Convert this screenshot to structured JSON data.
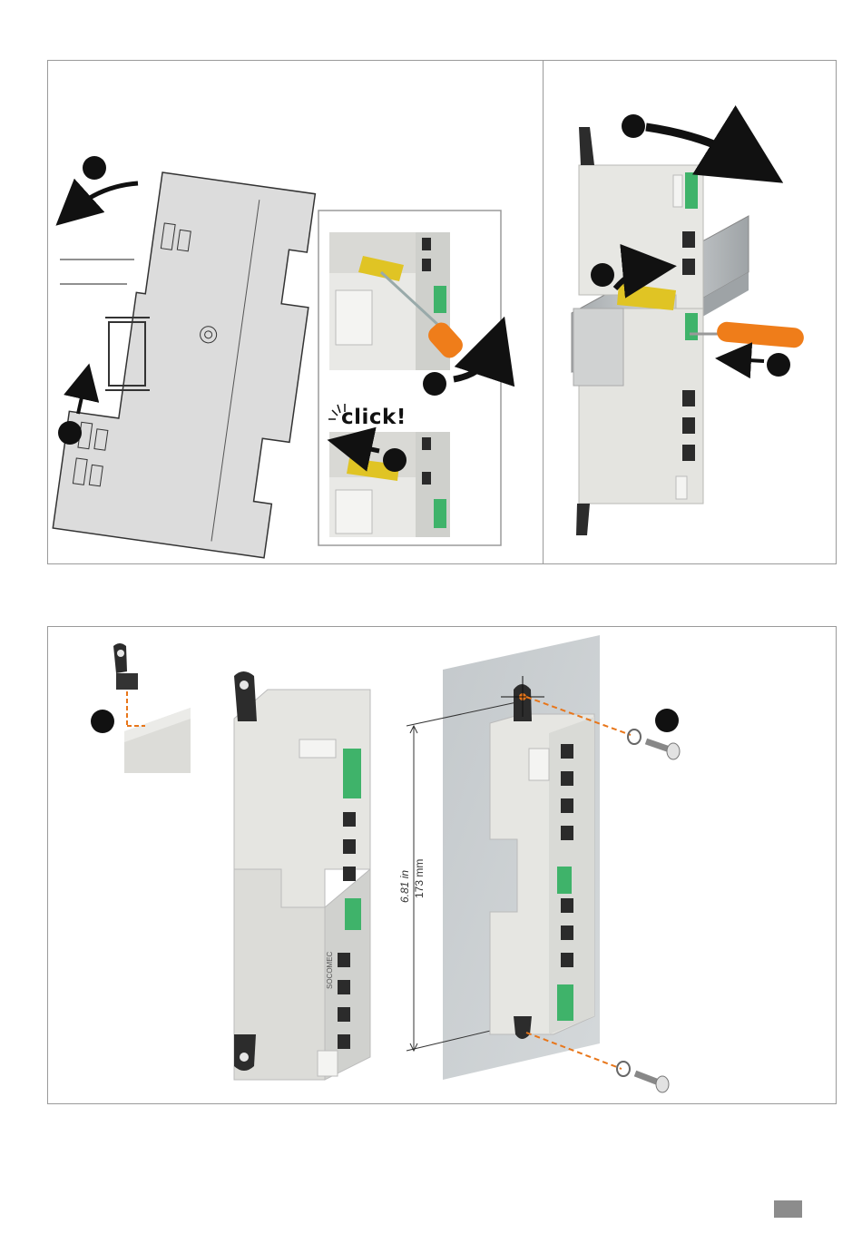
{
  "callout_marker": "●",
  "detail_inset": {
    "click_label": "click!"
  },
  "panel_bottom": {
    "dimension_in": "6.81 in",
    "dimension_mm": "173 mm",
    "brand_label": "SOCOMEC"
  },
  "colors": {
    "frame": "#9a9a9a",
    "device_body": "#e3e3e0",
    "device_shadow": "#c8c8c4",
    "terminal_green": "#3fb36a",
    "latch_yellow": "#e0c424",
    "screwdriver_orange": "#ef7d1a",
    "rail_grey": "#b0b4b6",
    "wall_grey": "#c9cdd0",
    "screw_line": "#e8761a",
    "page_tab": "#8c8c8c"
  },
  "icons": [
    "rotate-arrow-icon",
    "push-arrow-icon",
    "screwdriver-icon",
    "click-burst-icon",
    "screw-icon",
    "washer-icon",
    "mounting-bracket-icon"
  ]
}
